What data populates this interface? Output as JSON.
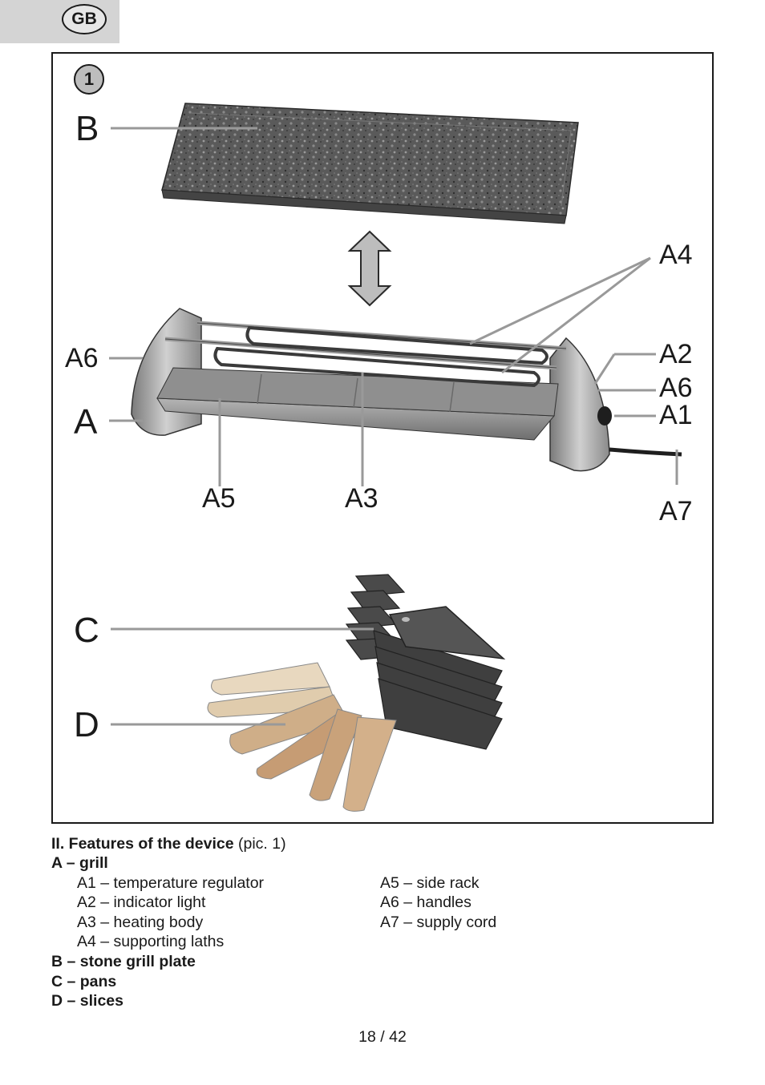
{
  "header": {
    "language_badge": "GB"
  },
  "figure": {
    "number": "1",
    "labels": {
      "B": "B",
      "A4": "A4",
      "A6_left": "A6",
      "A2": "A2",
      "A6_right": "A6",
      "A1": "A1",
      "A": "A",
      "A5": "A5",
      "A3": "A3",
      "A7": "A7",
      "C": "C",
      "D": "D"
    },
    "icons": [
      "stone-grill-plate",
      "double-arrow",
      "raclette-grill",
      "pan-stack",
      "wooden-slices"
    ]
  },
  "section": {
    "title_bold": "II. Features of the device",
    "title_ref": " (pic. 1)",
    "group_a": "A – grill",
    "left_items": [
      "A1 – temperature regulator",
      "A2 – indicator light",
      "A3 – heating body",
      "A4 – supporting laths"
    ],
    "right_items": [
      "A5 – side rack",
      "A6 – handles",
      "A7 – supply cord"
    ],
    "group_b": "B – stone grill plate",
    "group_c": "C – pans",
    "group_d": "D – slices"
  },
  "footer": {
    "page": "18 / 42"
  }
}
